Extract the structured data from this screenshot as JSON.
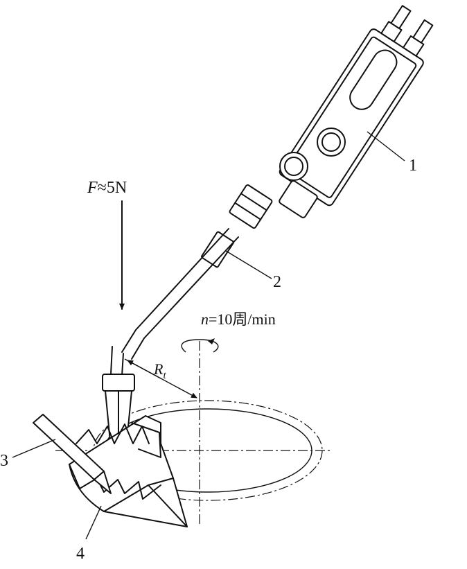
{
  "labels": {
    "part1": "1",
    "part2": "2",
    "part3": "3",
    "part4": "4",
    "force_symbol": "F",
    "force_value": "≈5N",
    "speed_symbol": "n",
    "speed_value": "=10周/min",
    "radius_symbol": "R",
    "radius_subscript": "t"
  }
}
